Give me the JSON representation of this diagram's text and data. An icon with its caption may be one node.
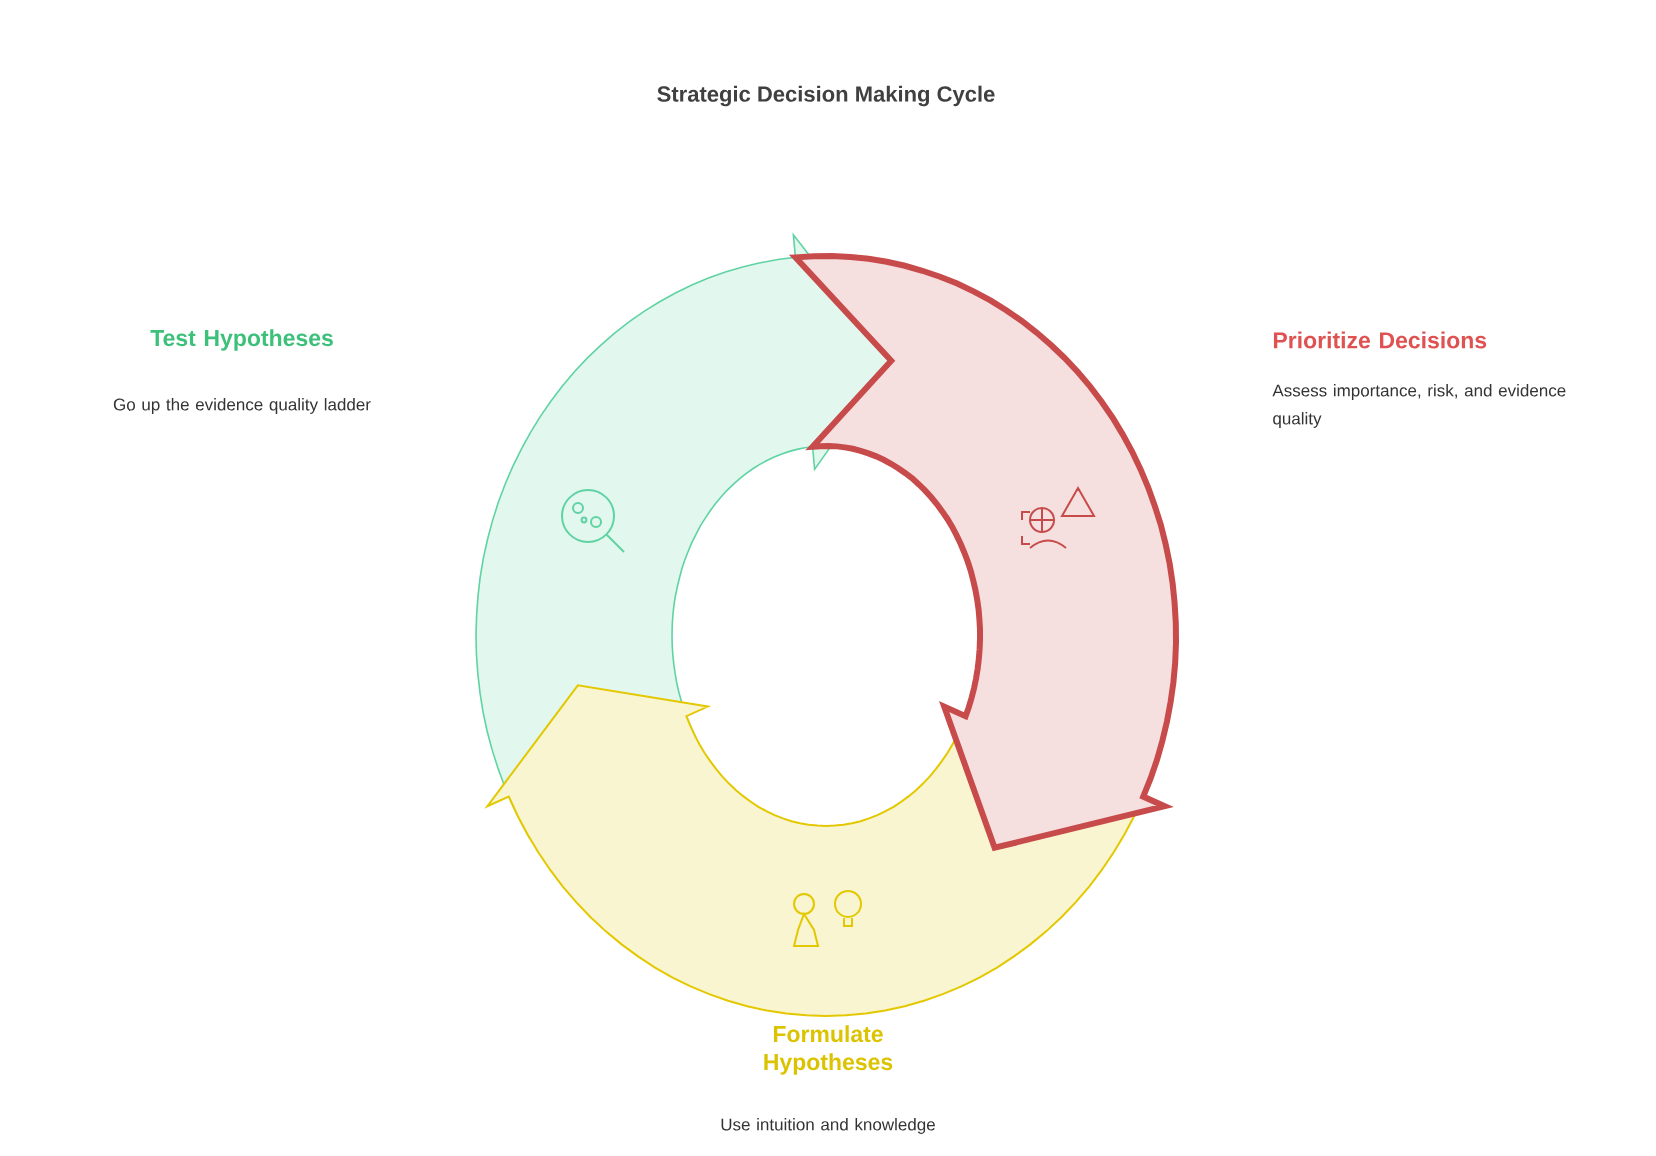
{
  "diagram": {
    "title": "Strategic Decision Making Cycle",
    "nodes": [
      {
        "text": [
          "Test Hypotheses",
          "Go up the evidence quality ladder"
        ]
      },
      {
        "text": [
          "Prioritize Decisions",
          "Assess importance, risk, and evidence quality"
        ]
      },
      {
        "text": [
          "Formulate Hypotheses",
          "Use intuition and knowledge"
        ]
      },
      {
        "text": [],
        "shape": "arrow"
      },
      {
        "text": [],
        "shape": "arrow"
      },
      {
        "text": [],
        "shape": "arrow"
      }
    ]
  }
}
